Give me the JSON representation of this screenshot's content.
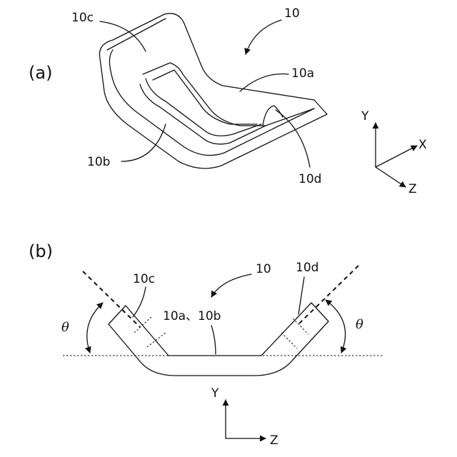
{
  "panel_a": {
    "label": "(a)",
    "part_labels": {
      "main": "10",
      "top_face": "10a",
      "bottom_face": "10b",
      "flange_left": "10c",
      "flange_right": "10d"
    },
    "axes": {
      "y": "Y",
      "x": "X",
      "z": "Z"
    }
  },
  "panel_b": {
    "label": "(b)",
    "part_labels": {
      "main": "10",
      "flange_left": "10c",
      "flange_right": "10d",
      "faces": "10a、10b"
    },
    "angle_symbol": "θ",
    "axes": {
      "y": "Y",
      "z": "Z"
    }
  }
}
